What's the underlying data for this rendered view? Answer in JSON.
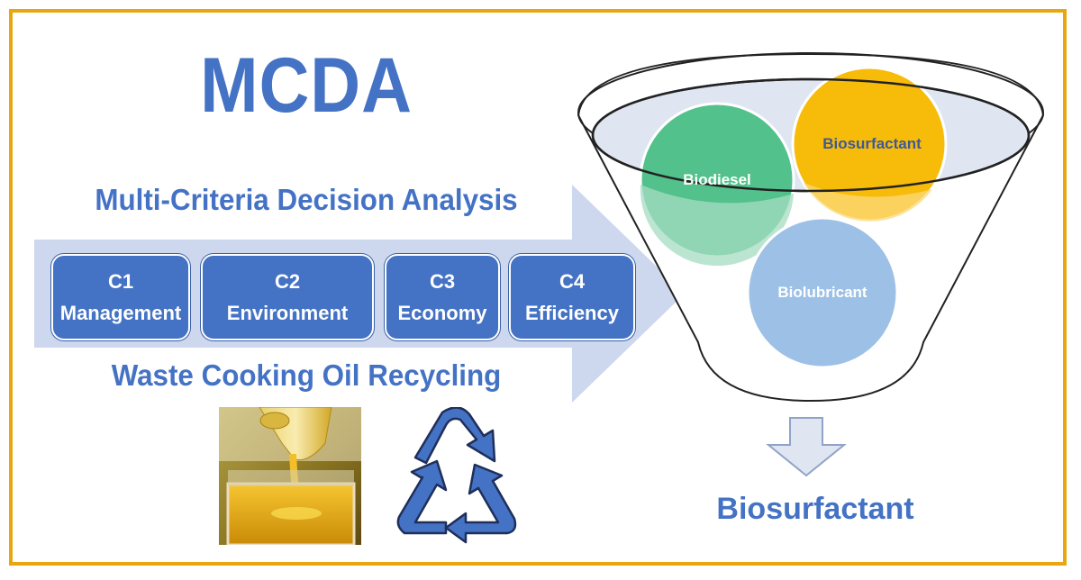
{
  "title": "MCDA",
  "subtitle": "Multi-Criteria Decision Analysis",
  "bottom_subtitle": "Waste Cooking Oil Recycling",
  "criteria": [
    {
      "code": "C1",
      "label": "Management"
    },
    {
      "code": "C2",
      "label": "Environment"
    },
    {
      "code": "C3",
      "label": "Economy"
    },
    {
      "code": "C4",
      "label": "Efficiency"
    }
  ],
  "funnel": {
    "options": [
      "Biodiesel",
      "Biosurfactant",
      "Biolubricant"
    ]
  },
  "result": "Biosurfactant",
  "colors": {
    "frame": "#e8a70f",
    "accent": "#4472c4",
    "arrow": "#cdd7ee",
    "biodiesel": "#4cc08a",
    "biosurfactant": "#f7bb0a",
    "biolubricant": "#9cc0e6"
  },
  "icons": [
    "oil-pouring-photo",
    "recycle-icon",
    "down-arrow-icon"
  ]
}
